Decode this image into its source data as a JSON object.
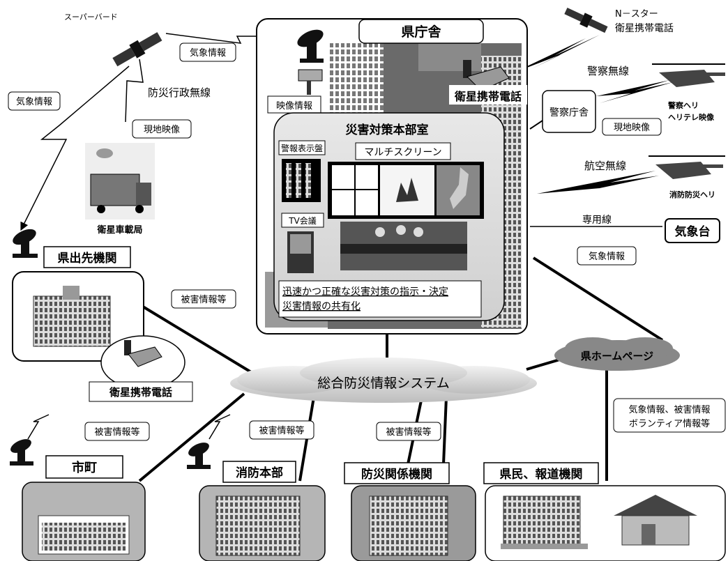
{
  "prefecture_office": {
    "title": "県庁舎",
    "satellite_phone_label": "衛星携帯電話",
    "video_info_label": "映像情報"
  },
  "disaster_hq": {
    "title": "災害対策本部室",
    "alert_panel_label": "警報表示盤",
    "multiscreen_label": "マルチスクリーン",
    "tv_conference_label": "TV会議",
    "purpose_line1": "迅速かつ正確な災害対策の指示・決定",
    "purpose_line2": "災害情報の共有化"
  },
  "satellites": {
    "superbird_label": "スーパーバード",
    "nstar_line1": "N－スター",
    "nstar_line2": "衛星携帯電話"
  },
  "links": {
    "weather_info": "気象情報",
    "disaster_admin_radio": "防災行政無線",
    "onsite_video": "現地映像",
    "police_radio": "警察無線",
    "aviation_radio": "航空無線",
    "dedicated_line": "専用線",
    "damage_info": "被害情報等"
  },
  "satellite_vehicle_label": "衛星車載局",
  "police_agency_label": "警察庁舎",
  "police_heli_line1": "警察ヘリ",
  "police_heli_line2": "ヘリテレ映像",
  "fire_heli_label": "消防防災ヘリ",
  "meteorological_office_label": "気象台",
  "branch_office_label": "県出先機関",
  "branch_satphone_label": "衛星携帯電話",
  "central_system_label": "総合防災情報システム",
  "homepage_label": "県ホームページ",
  "homepage_content_line1": "気象情報、被害情報",
  "homepage_content_line2": "ボランティア情報等",
  "bottom_nodes": {
    "municipalities": "市町",
    "fire_hq": "消防本部",
    "disaster_agencies": "防災関係機関",
    "citizens_media": "県民、報道機関"
  }
}
